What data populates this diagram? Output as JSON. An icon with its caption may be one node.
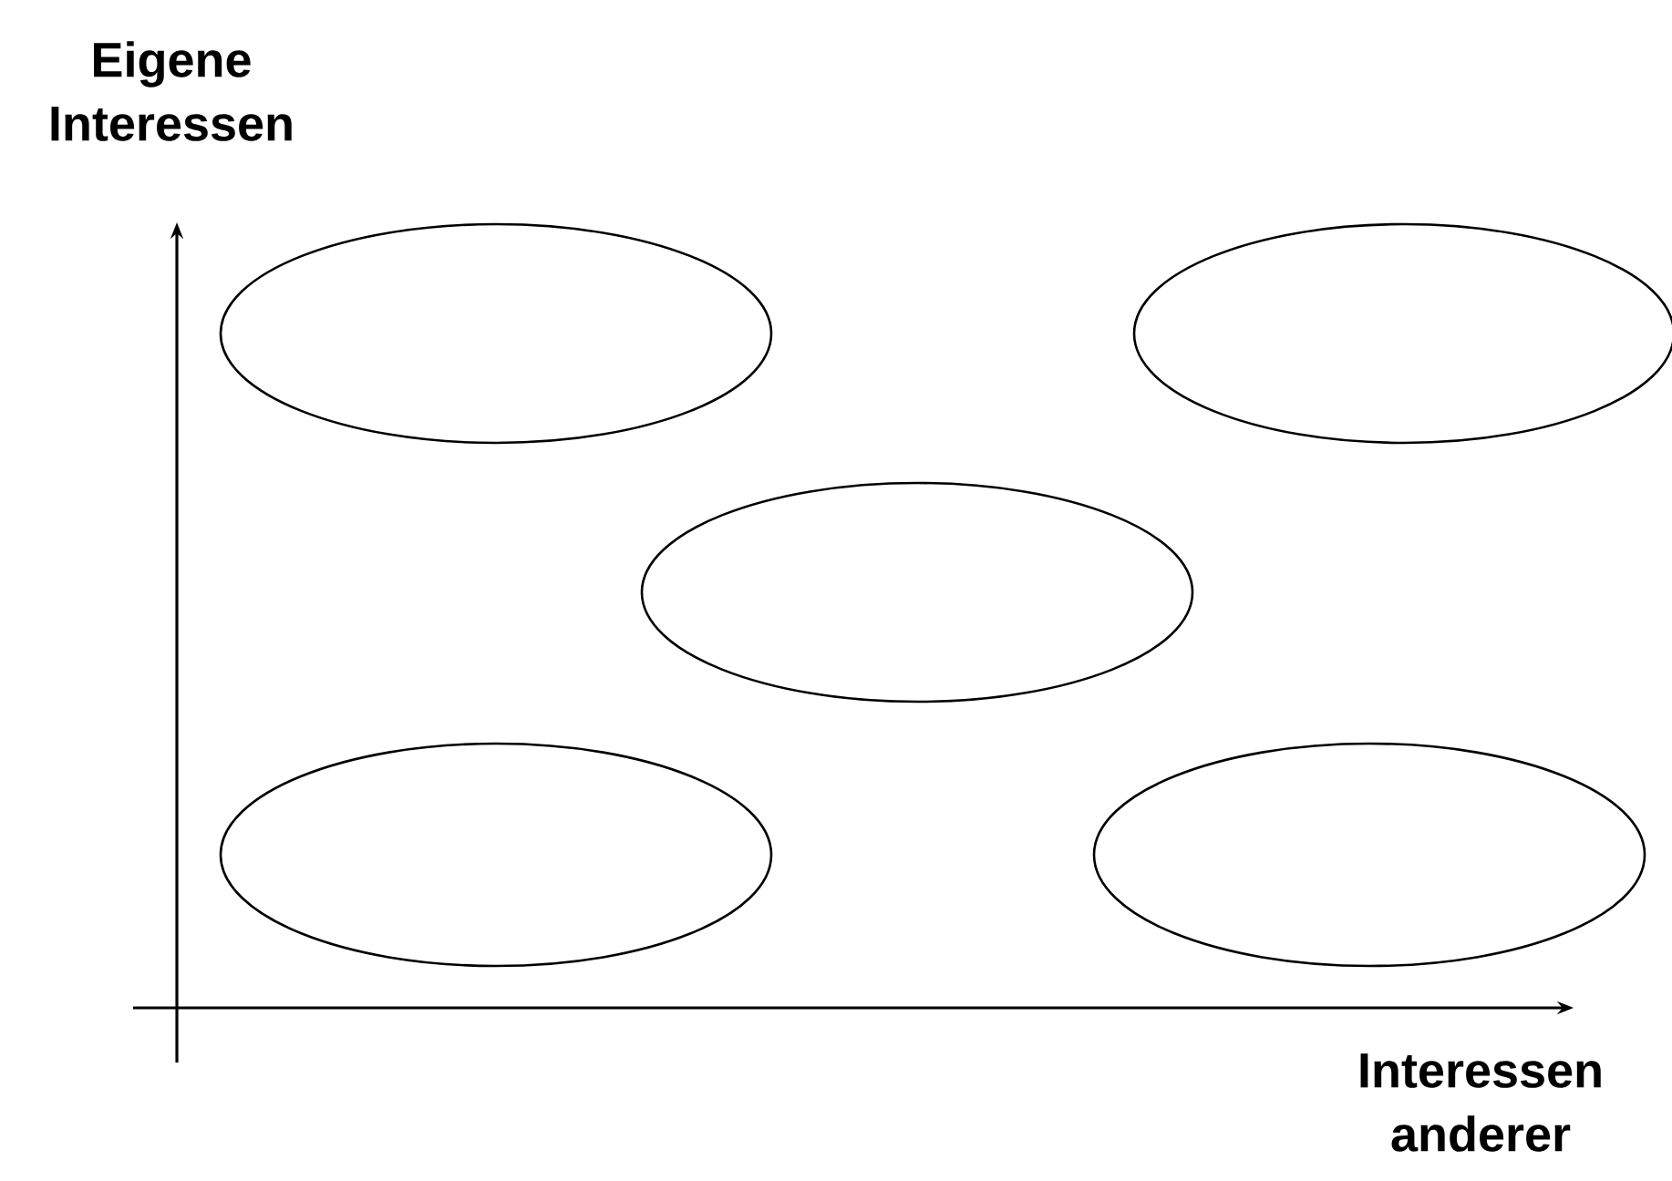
{
  "diagram": {
    "nodes": [
      {
        "text": [],
        "shape": "ellipse"
      },
      {
        "text": [],
        "shape": "ellipse"
      },
      {
        "text": [],
        "shape": "ellipse"
      },
      {
        "text": [],
        "shape": "ellipse"
      },
      {
        "text": [],
        "shape": "ellipse"
      }
    ],
    "labels": [
      "Eigene Interessen",
      "Interessen anderer"
    ]
  }
}
